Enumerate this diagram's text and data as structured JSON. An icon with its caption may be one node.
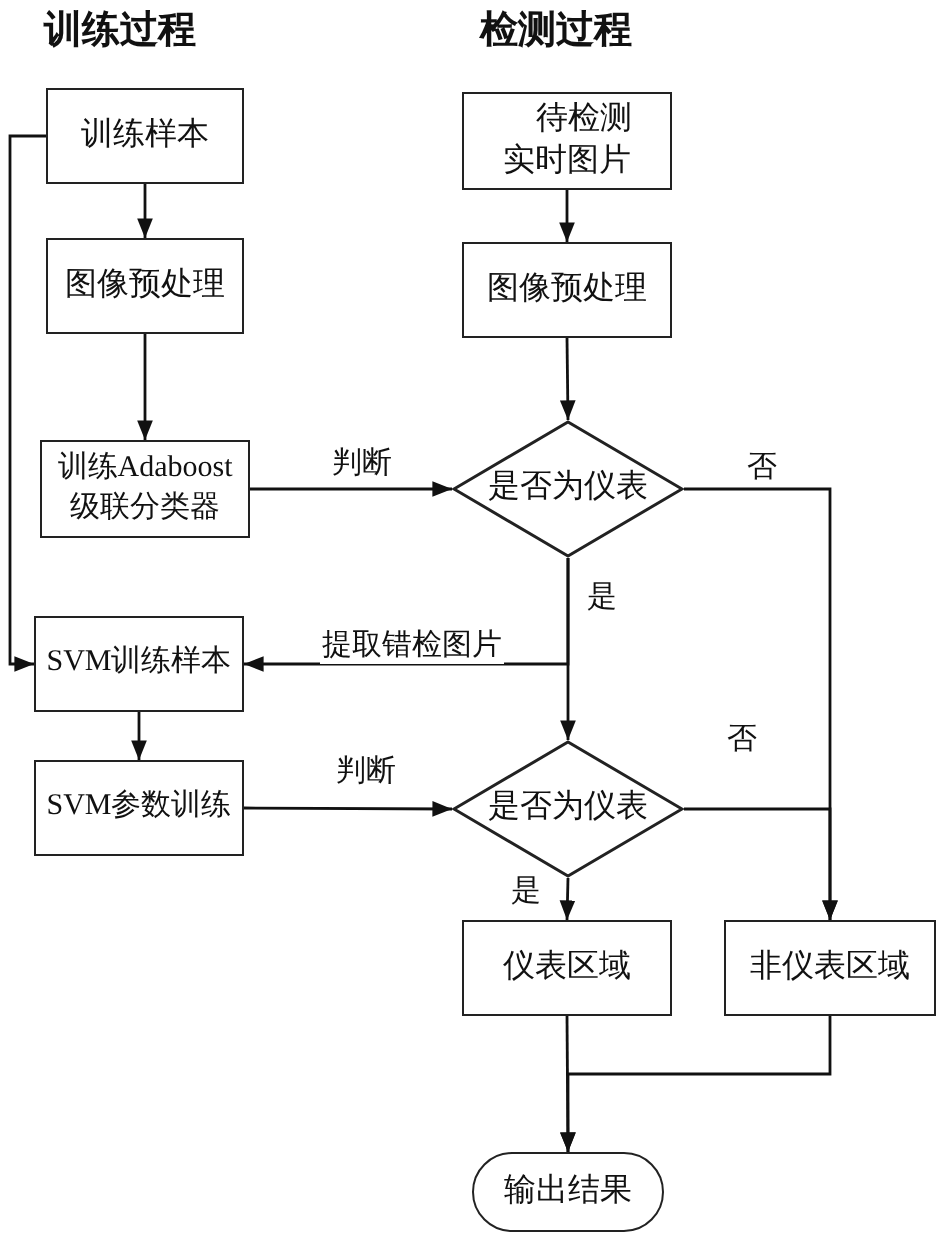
{
  "diagram": {
    "title": "训练过程",
    "nodes": [
      {
        "text": [
          "训练样本"
        ]
      },
      {
        "text": [
          "图像预处理"
        ]
      },
      {
        "text": [
          "训练Adaboost级联分类器"
        ]
      },
      {
        "text": [
          "待检测实时图片"
        ]
      },
      {
        "text": [
          "图像预处理"
        ]
      },
      {
        "text": [
          "是否为仪表"
        ]
      },
      {
        "text": [
          "SVM训练样本"
        ]
      },
      {
        "text": [
          "SVM参数训练"
        ]
      },
      {
        "text": [
          "是否为仪表"
        ]
      },
      {
        "text": [
          "仪表区域"
        ]
      },
      {
        "text": [
          "非仪表区域"
        ]
      },
      {
        "text": [
          "输出结果"
        ]
      }
    ],
    "edges": [
      {
        "from": 0,
        "to": 1,
        "arrow": "to"
      },
      {
        "from": 1,
        "to": 2,
        "arrow": "to"
      },
      {
        "from": 3,
        "to": 4,
        "arrow": "to"
      },
      {
        "from": 4,
        "to": 5,
        "arrow": "to"
      },
      {
        "from": 2,
        "to": 5,
        "arrow": "to",
        "label": "判断"
      },
      {
        "from": 5,
        "to": 10,
        "arrow": "to",
        "label": "否"
      },
      {
        "from": 5,
        "to": 8,
        "arrow": "to",
        "label": "是"
      },
      {
        "from": 5,
        "to": 6,
        "arrow": "to",
        "label": "提取错检图片"
      },
      {
        "from": 0,
        "to": 6,
        "arrow": "to"
      },
      {
        "from": 6,
        "to": 7,
        "arrow": "to"
      },
      {
        "from": 7,
        "to": 8,
        "arrow": "to",
        "label": "判断"
      },
      {
        "from": 8,
        "to": 9,
        "arrow": "to",
        "label": "是"
      },
      {
        "from": 8,
        "to": 10,
        "arrow": "to",
        "label": "否"
      },
      {
        "from": 9,
        "to": 11,
        "arrow": "to"
      },
      {
        "from": 10,
        "to": 11,
        "arrow": "to"
      }
    ],
    "labels": [
      "检测过程"
    ]
  }
}
